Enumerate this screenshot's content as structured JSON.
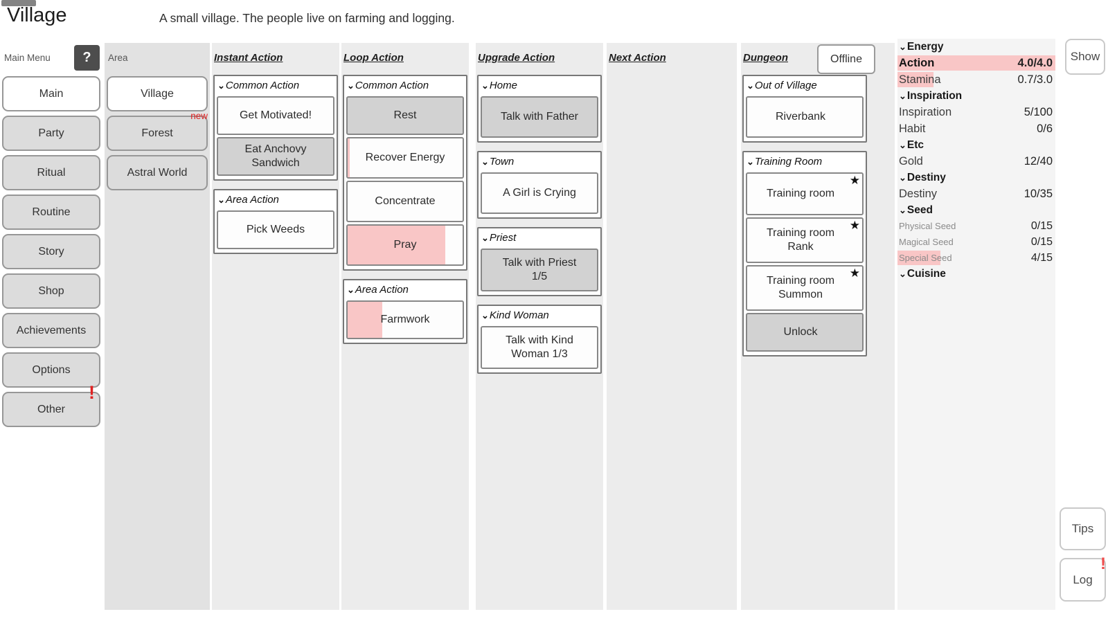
{
  "app": {
    "title": "Village",
    "description": "A small village. The people live on farming and logging."
  },
  "icons": {
    "chevron_down": "⌄",
    "star": "★"
  },
  "colors": {
    "progress_pink": "#f9c6c6",
    "badge_red": "#e02222",
    "column_grey": "#ececec"
  },
  "main_menu": {
    "label": "Main Menu",
    "help_button": "?",
    "items": [
      {
        "label": "Main",
        "active": true
      },
      {
        "label": "Party"
      },
      {
        "label": "Ritual"
      },
      {
        "label": "Routine"
      },
      {
        "label": "Story"
      },
      {
        "label": "Shop"
      },
      {
        "label": "Achievements"
      },
      {
        "label": "Options"
      },
      {
        "label": "Other",
        "badge": "!"
      }
    ]
  },
  "area": {
    "label": "Area",
    "items": [
      {
        "label": "Village",
        "active": true
      },
      {
        "label": "Forest",
        "badge": "new"
      },
      {
        "label": "Astral World"
      }
    ]
  },
  "actions": {
    "instant": {
      "header": "Instant Action",
      "groups": [
        {
          "title": "Common Action",
          "buttons": [
            {
              "label": "Get Motivated!"
            },
            {
              "label": "Eat Anchovy Sandwich"
            }
          ]
        },
        {
          "title": "Area Action",
          "buttons": [
            {
              "label": "Pick Weeds"
            }
          ]
        }
      ]
    },
    "loop": {
      "header": "Loop Action",
      "groups": [
        {
          "title": "Common Action",
          "buttons": [
            {
              "label": "Rest"
            },
            {
              "label": "Recover Energy",
              "progress": 2
            },
            {
              "label": "Concentrate"
            },
            {
              "label": "Pray",
              "progress": 85
            }
          ]
        },
        {
          "title": "Area Action",
          "buttons": [
            {
              "label": "Farmwork",
              "progress": 30
            }
          ]
        }
      ]
    },
    "upgrade": {
      "header": "Upgrade Action",
      "groups": [
        {
          "title": "Home",
          "buttons": [
            {
              "label": "Talk with Father"
            }
          ]
        },
        {
          "title": "Town",
          "buttons": [
            {
              "label": "A Girl is Crying"
            }
          ]
        },
        {
          "title": "Priest",
          "buttons": [
            {
              "label": "Talk with Priest 1/5"
            }
          ]
        },
        {
          "title": "Kind Woman",
          "buttons": [
            {
              "label": "Talk with Kind Woman 1/3"
            }
          ]
        }
      ]
    },
    "next": {
      "header": "Next Action",
      "groups": []
    },
    "dungeon": {
      "header": "Dungeon",
      "offline_button": "Offline",
      "groups": [
        {
          "title": "Out of Village",
          "buttons": [
            {
              "label": "Riverbank"
            }
          ]
        },
        {
          "title": "Training Room",
          "buttons": [
            {
              "label": "Training room",
              "star": true
            },
            {
              "label": "Training room Rank",
              "star": true
            },
            {
              "label": "Training room Summon",
              "star": true
            },
            {
              "label": "Unlock"
            }
          ]
        }
      ]
    }
  },
  "stats": {
    "sections": [
      {
        "title": "Energy",
        "rows": [
          {
            "label": "Action",
            "value": "4.0/4.0",
            "progress": 100
          },
          {
            "label": "Stamina",
            "value": "0.7/3.0",
            "progress": 23
          }
        ]
      },
      {
        "title": "Inspiration",
        "rows": [
          {
            "label": "Inspiration",
            "value": "5/100"
          },
          {
            "label": "Habit",
            "value": "0/6"
          }
        ]
      },
      {
        "title": "Etc",
        "rows": [
          {
            "label": "Gold",
            "value": "12/40"
          }
        ]
      },
      {
        "title": "Destiny",
        "rows": [
          {
            "label": "Destiny",
            "value": "10/35"
          }
        ]
      },
      {
        "title": "Seed",
        "rows": [
          {
            "label": "Physical Seed",
            "value": "0/15"
          },
          {
            "label": "Magical Seed",
            "value": "0/15"
          },
          {
            "label": "Special Seed",
            "value": "4/15",
            "progress": 27
          }
        ]
      },
      {
        "title": "Cuisine",
        "rows": []
      }
    ]
  },
  "overlay": {
    "show_button": "Show",
    "tips_button": "Tips",
    "log_button": "Log",
    "log_badge": "!"
  }
}
